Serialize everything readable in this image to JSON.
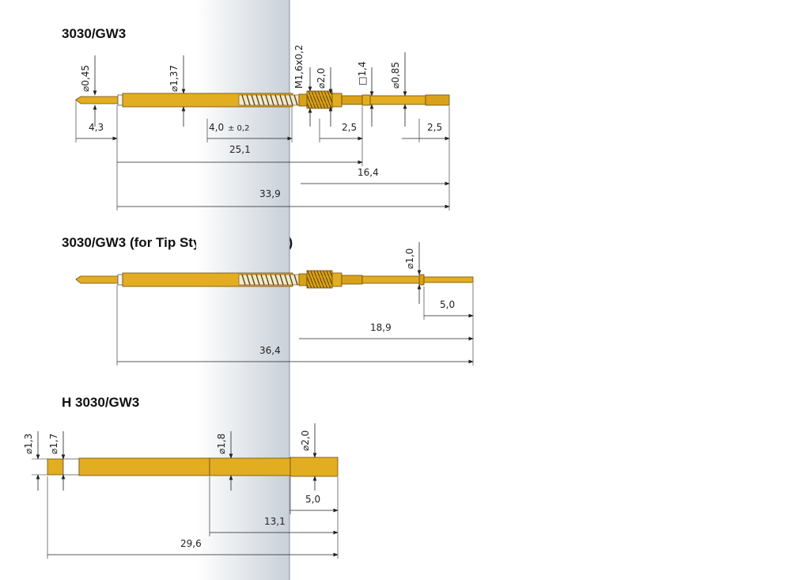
{
  "sections": [
    {
      "title": "3030/GW3",
      "labels": {
        "d045": "⌀0,45",
        "d137": "⌀1,37",
        "m16": "M1,6x0,2",
        "d20": "⌀2,0",
        "sq14": "□1,4",
        "d085": "⌀0,85",
        "l43": "4,3",
        "l40": "4,0",
        "l40tol": "± 0,2",
        "l25a": "2,5",
        "l25b": "2,5",
        "l251": "25,1",
        "l164": "16,4",
        "l339": "33,9"
      }
    },
    {
      "title": "3030/GW3 (for Tip Styles DL and FL)",
      "labels": {
        "d10": "⌀1,0",
        "l50": "5,0",
        "l189": "18,9",
        "l364": "36,4"
      }
    },
    {
      "title": "H 3030/GW3",
      "labels": {
        "d13": "⌀1,3",
        "d17": "⌀1,7",
        "d18": "⌀1,8",
        "d20": "⌀2,0",
        "l50": "5,0",
        "l131": "13,1",
        "l296": "29,6"
      }
    }
  ],
  "colors": {
    "gold": "#e3ad22",
    "gold_dark": "#6b4e08",
    "panel_gradient_start": "#ffffff",
    "panel_gradient_end": "#c9d0d9"
  }
}
